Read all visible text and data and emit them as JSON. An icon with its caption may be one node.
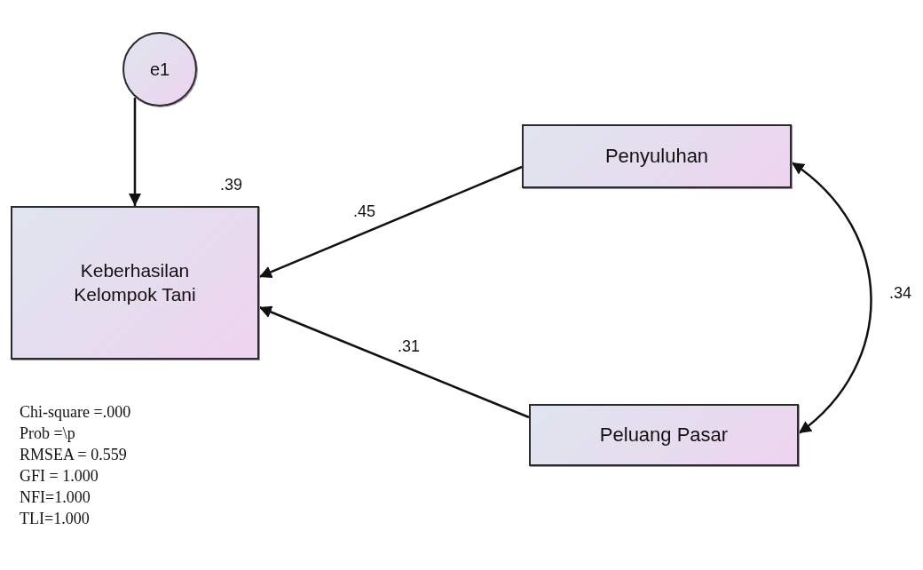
{
  "diagram": {
    "nodes": [
      {
        "text": [
          "e1"
        ]
      },
      {
        "text": [
          "Keberhasilan Kelompok Tani"
        ],
        "beside": [
          ".39"
        ]
      },
      {
        "text": [
          "Penyuluhan"
        ]
      },
      {
        "text": [
          "Peluang Pasar"
        ]
      }
    ],
    "edges": [
      {
        "from": 0,
        "to": 1,
        "arrow": "to"
      },
      {
        "from": 2,
        "to": 1,
        "arrow": "to",
        "label": ".45"
      },
      {
        "from": 3,
        "to": 1,
        "arrow": "to",
        "label": ".31"
      },
      {
        "from": 2,
        "to": 3,
        "arrow": "both",
        "label": ".34"
      }
    ],
    "labels": [
      "Chi-square =.000",
      "Prob =\\p",
      "RMSEA = 0.559",
      "GFI = 1.000",
      "NFI=1.000",
      "TLI=1.000"
    ]
  }
}
